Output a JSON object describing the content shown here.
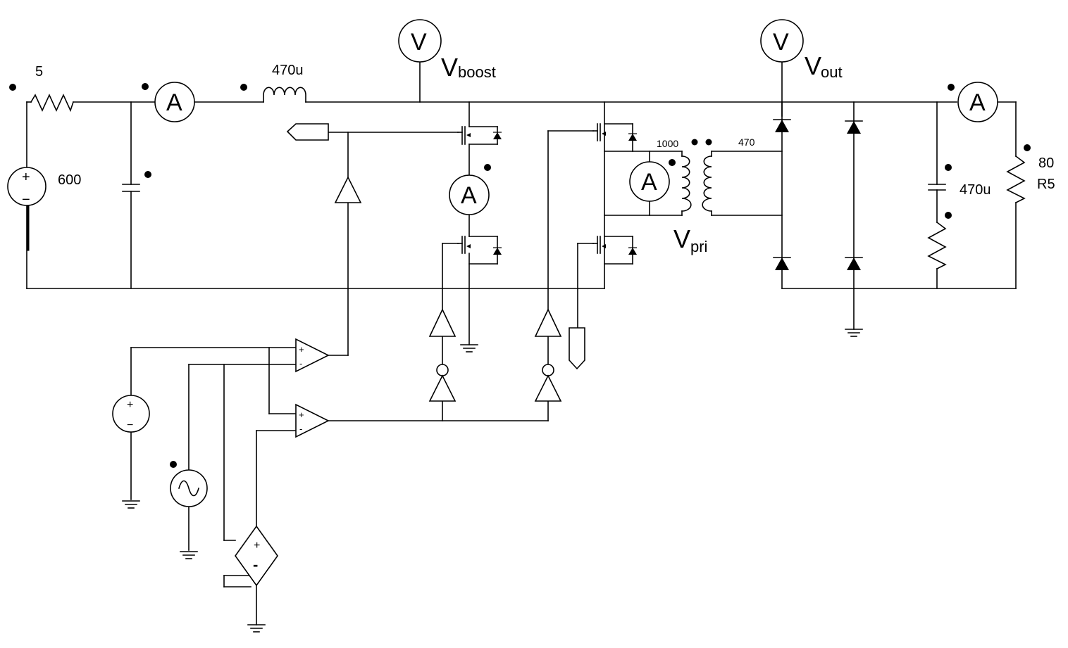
{
  "diagram": {
    "r_source": "5",
    "v_source": "600",
    "l_boost": "470u",
    "l_boost_unit_hint": "",
    "meter_volt_letter": "V",
    "meter_amp_letter": "A",
    "v_boost_main": "V",
    "v_boost_sub": "boost",
    "v_out_main": "V",
    "v_out_sub": "out",
    "v_pri_main": "V",
    "v_pri_sub": "pri",
    "turns_primary": "1000",
    "turns_secondary": "470",
    "c_out": "470u",
    "r_load_value": "80",
    "r_load_name": "R5",
    "plus": "+",
    "minus": "−",
    "minus_bold": "-"
  }
}
